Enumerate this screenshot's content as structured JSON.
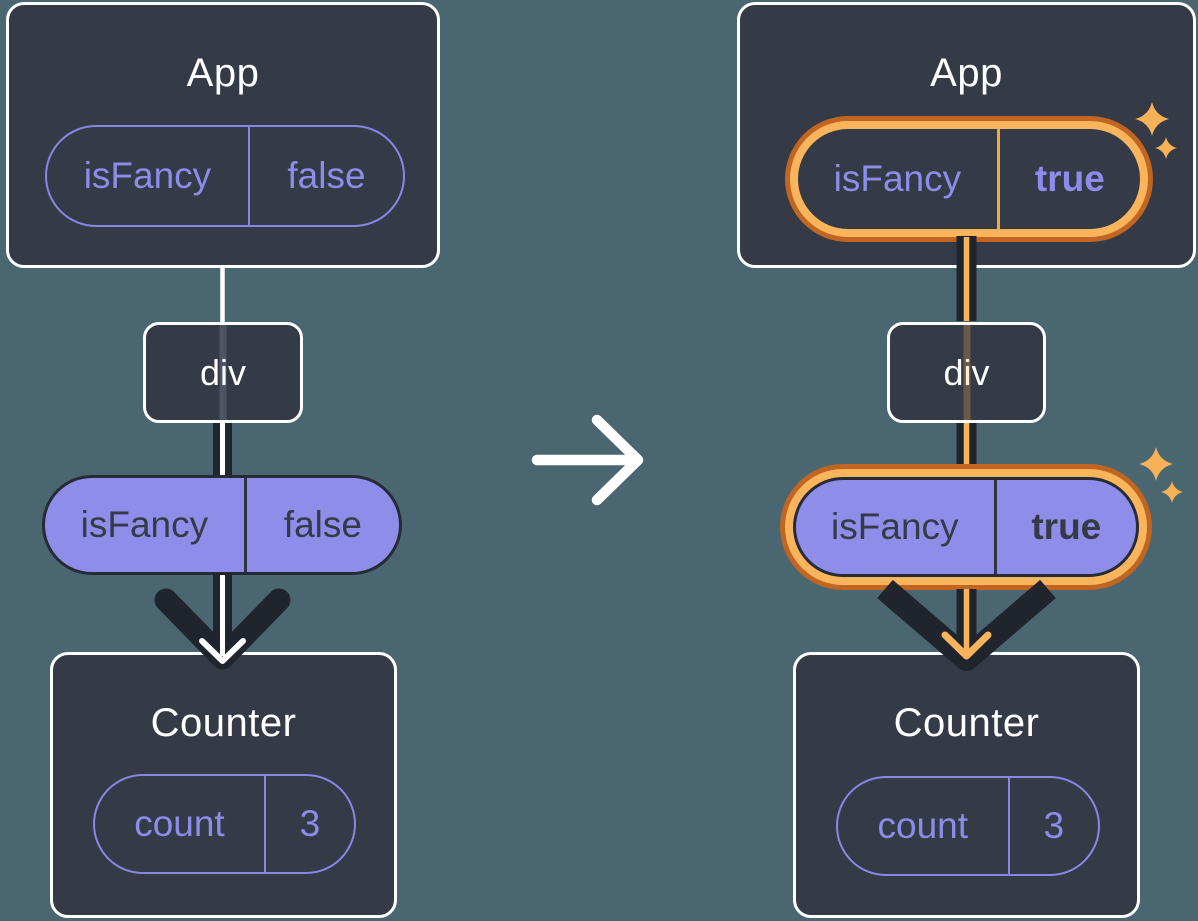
{
  "diagram": {
    "description": "Component tree prop-flow diagram, before and after state change",
    "left": {
      "app": {
        "title": "App",
        "prop": {
          "name": "isFancy",
          "value": "false"
        }
      },
      "div_label": "div",
      "prop": {
        "name": "isFancy",
        "value": "false"
      },
      "counter": {
        "title": "Counter",
        "state": {
          "name": "count",
          "value": "3"
        }
      }
    },
    "right": {
      "app": {
        "title": "App",
        "prop": {
          "name": "isFancy",
          "value": "true"
        }
      },
      "div_label": "div",
      "prop": {
        "name": "isFancy",
        "value": "true"
      },
      "counter": {
        "title": "Counter",
        "state": {
          "name": "count",
          "value": "3"
        }
      }
    },
    "colors": {
      "background": "#4a6670",
      "card_fill": "#343a46",
      "card_border": "#ffffff",
      "purple": "#8887e8",
      "pill_fill": "#8e8eea",
      "pill_text_dark": "#353b46",
      "arrow_dark": "#20242d",
      "highlight_orange": "#f9b45c",
      "highlight_orange_dark": "#c06522",
      "sparkle": "#f7b157"
    },
    "icons": {
      "transition": "right-arrow",
      "flow": "down-arrow",
      "highlight": "sparkles"
    }
  }
}
